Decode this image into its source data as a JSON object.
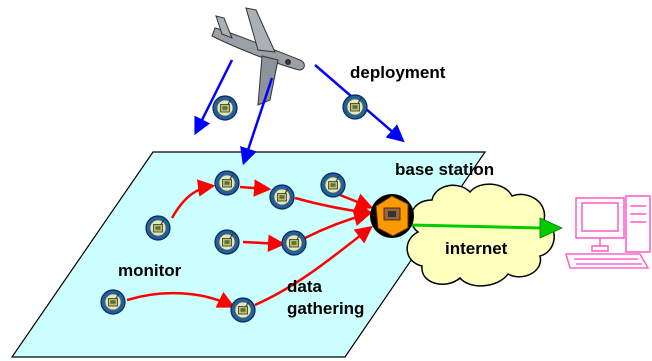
{
  "labels": {
    "deployment": "deployment",
    "base_station": "base station",
    "monitor": "monitor",
    "data_line1": "data",
    "data_line2": "gathering",
    "internet": "internet"
  },
  "colors": {
    "field_fill": "#ccffff",
    "cloud_fill": "#ffffbe",
    "deploy_arrow": "#0000ff",
    "data_arrow": "#ff0000",
    "internet_arrow": "#00cc00",
    "computer": "#ff66cc",
    "sensor_outer": "#1f5fa8",
    "base_station_fill": "#ff9900"
  },
  "icons": {
    "airplane": "airplane-icon",
    "sensor": "sensor-node-icon",
    "base_station": "base-station-icon",
    "cloud": "cloud-icon",
    "computer": "computer-icon"
  }
}
